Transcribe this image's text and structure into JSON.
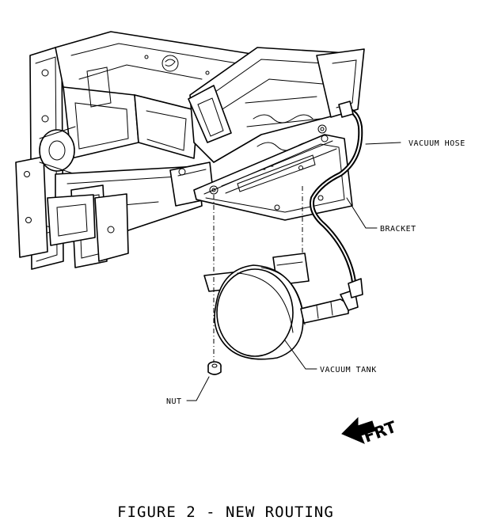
{
  "labels": {
    "vacuum_hose": "VACUUM HOSE",
    "bracket": "BRACKET",
    "vacuum_tank": "VACUUM TANK",
    "nut": "NUT",
    "front_indicator": "FRT"
  },
  "caption": "FIGURE 2 - NEW ROUTING"
}
